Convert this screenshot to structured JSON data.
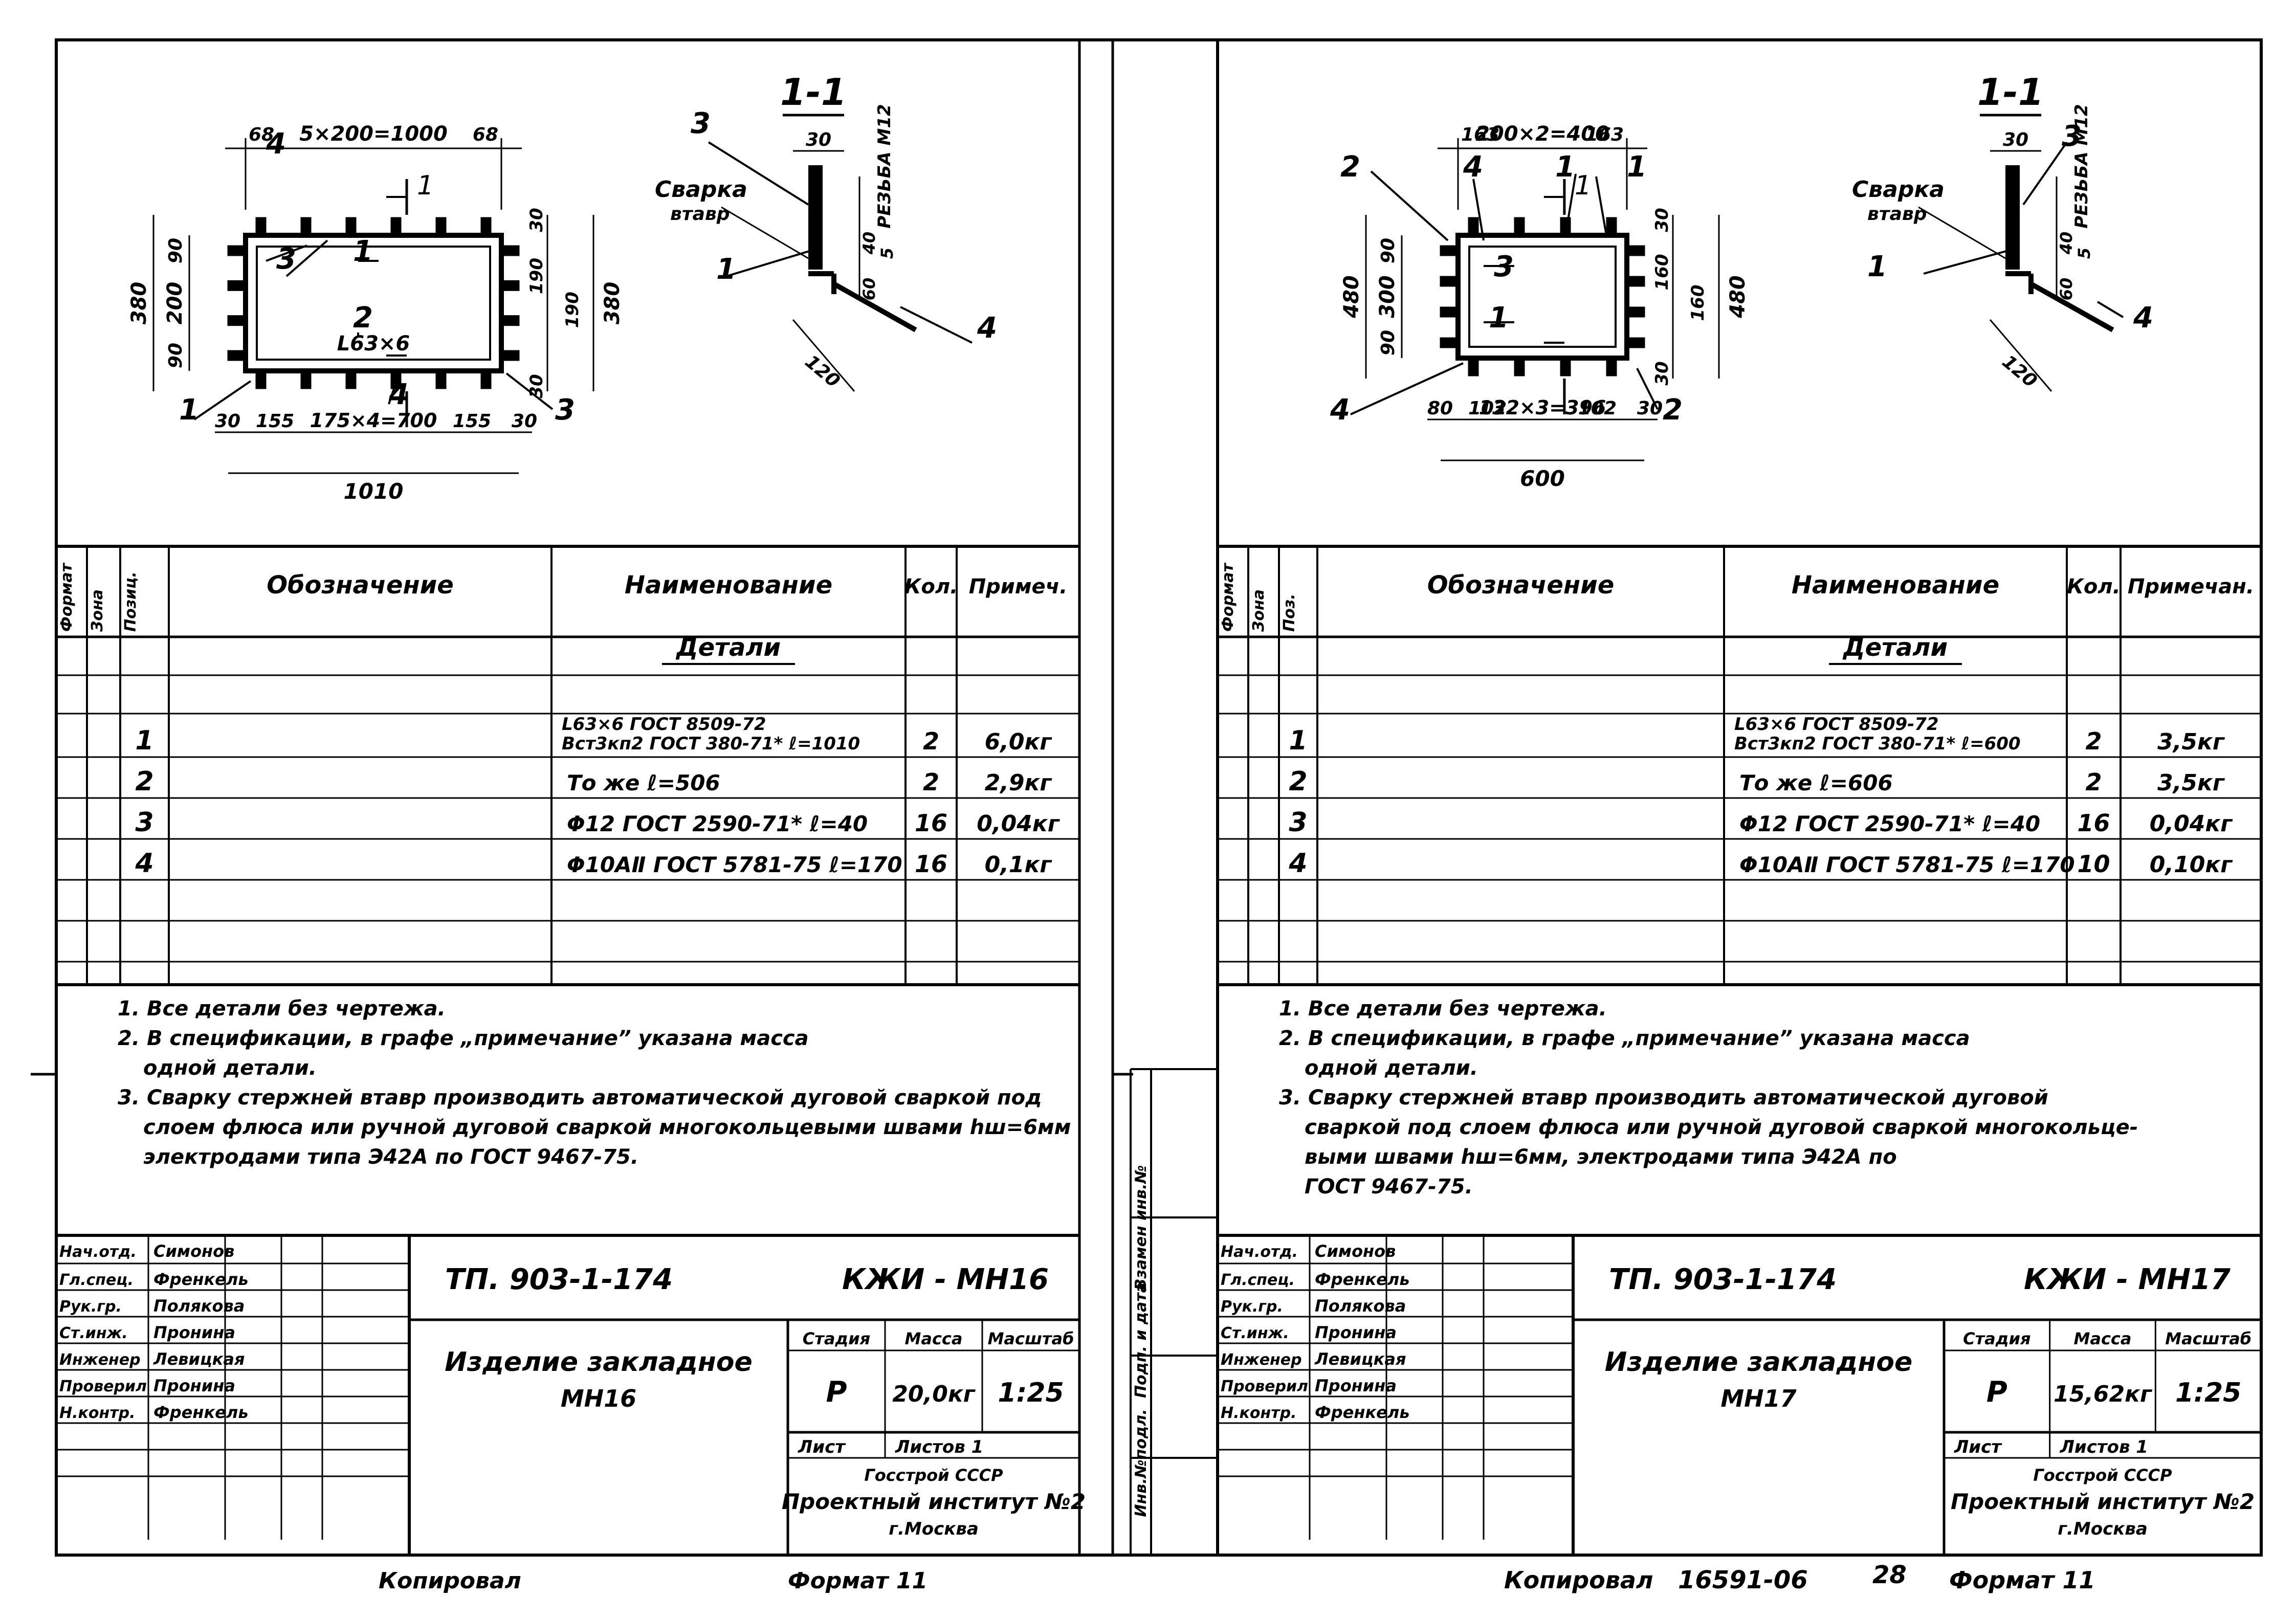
{
  "sheets": [
    {
      "code": "КЖИ - МН16",
      "project": "ТП. 903-1-174",
      "name_line1": "Изделие закладное",
      "name_line2": "МН16",
      "stage_hdr": "Стадия",
      "mass_hdr": "Масса",
      "scale_hdr": "Масштаб",
      "stage": "Р",
      "mass": "20,0кг",
      "scale": "1:25",
      "sheet_hdr": "Лист",
      "sheets_hdr": "Листов 1",
      "org1": "Госстрой СССР",
      "org2": "Проектный институт №2",
      "org3": "г.Москва",
      "drawing": {
        "section": "1-1",
        "thread": "РЕЗЬБА М12",
        "weld1": "Сварка",
        "weld2": "втавр",
        "dim_top": "5×200=1000",
        "dim_top_l": "68",
        "dim_top_r": "68",
        "dim_bottom_inner": "175×4=700",
        "dim_bottom_l1": "30",
        "dim_bottom_l2": "155",
        "dim_bottom_r1": "155",
        "dim_bottom_r2": "30",
        "dim_total": "1010",
        "dim_left_total": "380",
        "dim_left_inner": "200",
        "dim_left_top": "90",
        "dim_left_bot": "90",
        "dim_right_total": "380",
        "dim_right_a": "30",
        "dim_right_b": "190",
        "dim_right_c": "190",
        "dim_right_d": "30",
        "profile": "L63×6",
        "d30": "30",
        "d40": "40",
        "d5": "5",
        "d60": "60",
        "d120": "120",
        "pos": [
          "1",
          "2",
          "3",
          "4"
        ]
      },
      "spec_headers": {
        "format": "Формат",
        "zone": "Зона",
        "pos": "Позиц.",
        "designation": "Обозначение",
        "name": "Наименование",
        "qty": "Кол.",
        "note": "Примеч."
      },
      "section_title": "Детали",
      "rows": [
        {
          "pos": "1",
          "name_a": "L63×6 ГОСТ 8509-72",
          "name_b": "Вст3кп2 ГОСТ 380-71* ℓ=1010",
          "qty": "2",
          "note": "6,0кг"
        },
        {
          "pos": "2",
          "name_a": "То же   ℓ=506",
          "name_b": "",
          "qty": "2",
          "note": "2,9кг"
        },
        {
          "pos": "3",
          "name_a": "Φ12 ГОСТ 2590-71* ℓ=40",
          "name_b": "",
          "qty": "16",
          "note": "0,04кг"
        },
        {
          "pos": "4",
          "name_a": "Φ10АⅡ ГОСТ 5781-75 ℓ=170",
          "name_b": "",
          "qty": "16",
          "note": "0,1кг"
        }
      ],
      "notes": [
        "1. Все детали без чертежа.",
        "2. В спецификации, в графе „примечание” указана масса",
        "одной детали.",
        "3. Сварку стержней втавр производить автоматической дуговой сваркой под",
        "слоем флюса или ручной дуговой сваркой многокольцевыми швами hш=6мм",
        "электродами типа Э42А по ГОСТ 9467-75."
      ],
      "staff": [
        {
          "role": "Нач.отд.",
          "name": "Симонов"
        },
        {
          "role": "Гл.спец.",
          "name": "Френкель"
        },
        {
          "role": "Рук.гр.",
          "name": "Полякова"
        },
        {
          "role": "Ст.инж.",
          "name": "Пронина"
        },
        {
          "role": "Инженер",
          "name": "Левицкая"
        },
        {
          "role": "Проверил",
          "name": "Пронина"
        },
        {
          "role": "Н.контр.",
          "name": "Френкель"
        }
      ],
      "footer_left": "Копировал",
      "footer_right": "Формат 11"
    },
    {
      "code": "КЖИ - МН17",
      "project": "ТП. 903-1-174",
      "name_line1": "Изделие закладное",
      "name_line2": "МН17",
      "stage_hdr": "Стадия",
      "mass_hdr": "Масса",
      "scale_hdr": "Масштаб",
      "stage": "Р",
      "mass": "15,62кг",
      "scale": "1:25",
      "sheet_hdr": "Лист",
      "sheets_hdr": "Листов 1",
      "org1": "Госстрой СССР",
      "org2": "Проектный институт №2",
      "org3": "г.Москва",
      "drawing": {
        "section": "1-1",
        "thread": "РЕЗЬБА М12",
        "weld1": "Сварка",
        "weld2": "втавр",
        "dim_top": "200×2=400",
        "dim_top_l": "163",
        "dim_top_r": "163",
        "dim_bottom_inner": "132×3=396",
        "dim_bottom_l1": "80",
        "dim_bottom_l2": "102",
        "dim_bottom_r1": "102",
        "dim_bottom_r2": "30",
        "dim_total": "600",
        "dim_left_total": "480",
        "dim_left_inner": "300",
        "dim_left_top": "90",
        "dim_left_bot": "90",
        "dim_right_total": "480",
        "dim_right_a": "30",
        "dim_right_b": "160",
        "dim_right_c": "160",
        "dim_right_d": "30",
        "profile": "",
        "d30": "30",
        "d40": "40",
        "d5": "5",
        "d60": "60",
        "d120": "120",
        "pos": [
          "1",
          "2",
          "3",
          "4"
        ]
      },
      "spec_headers": {
        "format": "Формат",
        "zone": "Зона",
        "pos": "Поз.",
        "designation": "Обозначение",
        "name": "Наименование",
        "qty": "Кол.",
        "note": "Примечан."
      },
      "section_title": "Детали",
      "rows": [
        {
          "pos": "1",
          "name_a": "L63×6 ГОСТ 8509-72",
          "name_b": "Вст3кп2 ГОСТ 380-71* ℓ=600",
          "qty": "2",
          "note": "3,5кг"
        },
        {
          "pos": "2",
          "name_a": "То же   ℓ=606",
          "name_b": "",
          "qty": "2",
          "note": "3,5кг"
        },
        {
          "pos": "3",
          "name_a": "Φ12 ГОСТ 2590-71* ℓ=40",
          "name_b": "",
          "qty": "16",
          "note": "0,04кг"
        },
        {
          "pos": "4",
          "name_a": "Φ10АⅡ ГОСТ 5781-75 ℓ=170",
          "name_b": "",
          "qty": "10",
          "note": "0,10кг"
        }
      ],
      "notes": [
        "1. Все детали без чертежа.",
        "2. В спецификации, в графе „примечание” указана масса",
        "одной детали.",
        "3. Сварку стержней втавр производить автоматической дуговой",
        "сваркой под слоем флюса или ручной дуговой сваркой многокольце-",
        "выми швами hш=6мм, электродами типа Э42А по",
        "ГОСТ 9467-75."
      ],
      "staff": [
        {
          "role": "Нач.отд.",
          "name": "Симонов"
        },
        {
          "role": "Гл.спец.",
          "name": "Френкель"
        },
        {
          "role": "Рук.гр.",
          "name": "Полякова"
        },
        {
          "role": "Ст.инж.",
          "name": "Пронина"
        },
        {
          "role": "Инженер",
          "name": "Левицкая"
        },
        {
          "role": "Проверил",
          "name": "Пронина"
        },
        {
          "role": "Н.контр.",
          "name": "Френкель"
        }
      ],
      "side_stamp": [
        "Инв.№подл.",
        "Подп. и дата",
        "Взамен инв.№"
      ],
      "footer_left": "Копировал",
      "footer_num": "16591-06",
      "footer_page": "28",
      "footer_right": "Формат 11"
    }
  ]
}
